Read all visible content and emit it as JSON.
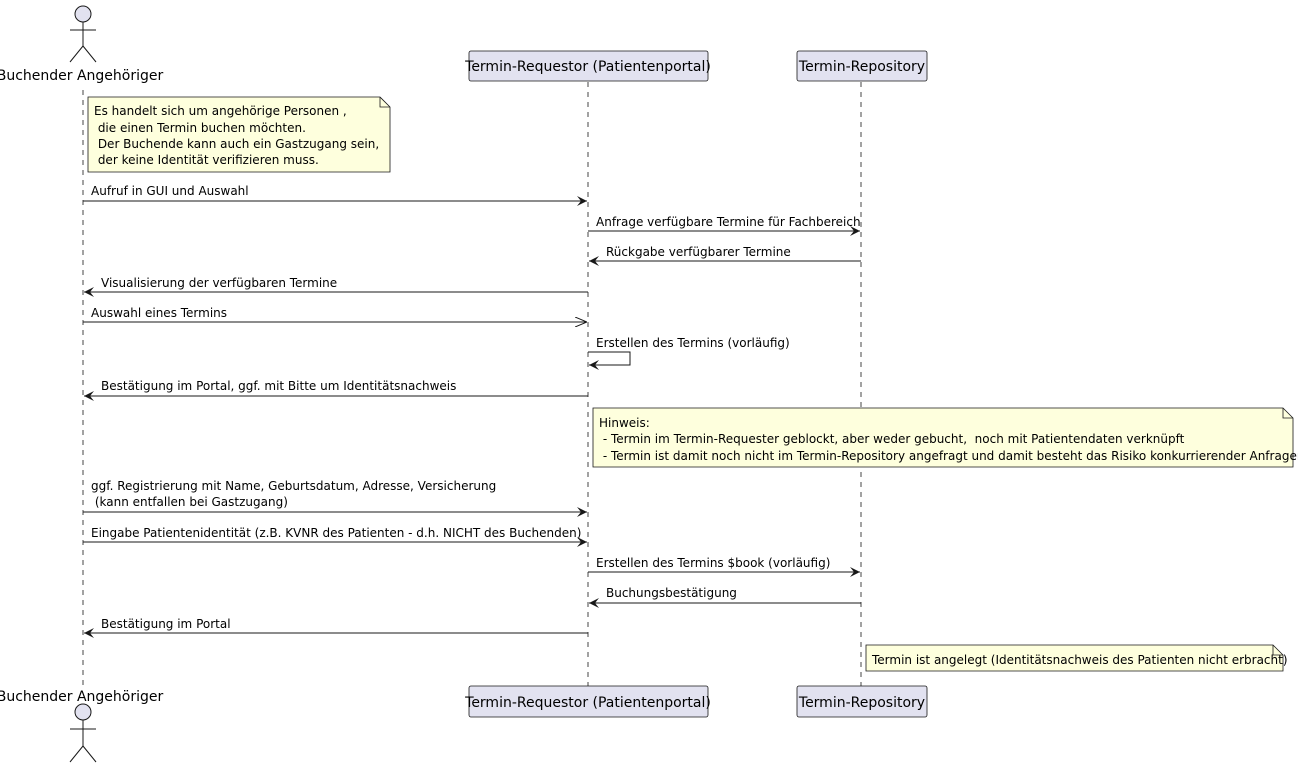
{
  "participants": {
    "buchender": {
      "name": "Buchender Angehöriger"
    },
    "requestor": {
      "name": "Termin-Requestor (Patientenportal)"
    },
    "repository": {
      "name": "Termin-Repository"
    }
  },
  "notes": [
    {
      "lines": [
        "Es handelt sich um angehörige Personen ,",
        " die einen Termin buchen möchten.",
        " Der Buchende kann auch ein Gastzugang sein,",
        " der keine Identität verifizieren muss."
      ]
    },
    {
      "lines": [
        "Hinweis:",
        " - Termin im Termin-Requester geblockt, aber weder gebucht,  noch mit Patientendaten verknüpft",
        " - Termin ist damit noch nicht im Termin-Repository angefragt und damit besteht das Risiko konkurrierender Anfragen."
      ]
    },
    {
      "lines": [
        "Termin ist angelegt (Identitätsnachweis des Patienten nicht erbracht)"
      ]
    }
  ],
  "messages": [
    {
      "lines": [
        "Aufruf in GUI und Auswahl"
      ]
    },
    {
      "lines": [
        "Anfrage verfügbare Termine für Fachbereich"
      ]
    },
    {
      "lines": [
        "Rückgabe verfügbarer Termine"
      ]
    },
    {
      "lines": [
        "Visualisierung der verfügbaren Termine"
      ]
    },
    {
      "lines": [
        "Auswahl eines Termins"
      ]
    },
    {
      "lines": [
        "Erstellen des Termins (vorläufig)"
      ]
    },
    {
      "lines": [
        "Bestätigung im Portal, ggf. mit Bitte um Identitätsnachweis"
      ]
    },
    {
      "lines": [
        "ggf. Registrierung mit Name, Geburtsdatum, Adresse, Versicherung",
        " (kann entfallen bei Gastzugang)"
      ]
    },
    {
      "lines": [
        "Eingabe Patientenidentität (z.B. KVNR des Patienten - d.h. NICHT des Buchenden)"
      ]
    },
    {
      "lines": [
        "Erstellen des Termins $book (vorläufig)"
      ]
    },
    {
      "lines": [
        "Buchungsbestätigung"
      ]
    },
    {
      "lines": [
        "Bestätigung im Portal"
      ]
    }
  ],
  "colors": {
    "participant_fill": "#E2E2F0",
    "participant_border": "#181818",
    "note_fill": "#FEFFDD",
    "note_border": "#181818",
    "lifeline": "#181818",
    "arrow": "#181818"
  }
}
